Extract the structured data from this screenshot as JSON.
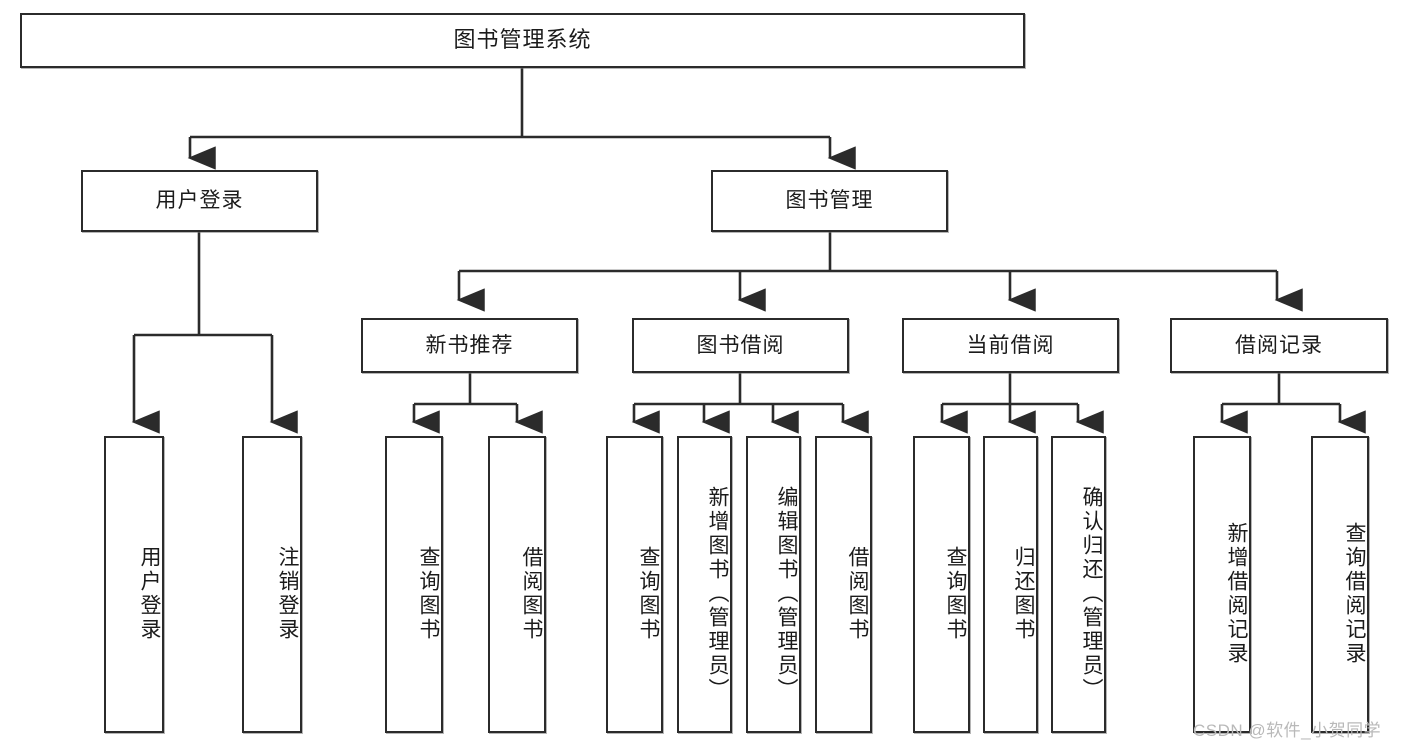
{
  "diagram": {
    "title": "图书管理系统",
    "type": "tree-hierarchy",
    "orientation": "top-down",
    "colors": {
      "box_border": "#2b2b2b",
      "box_fill": "#ffffff",
      "connector": "#2b2b2b",
      "watermark": "#b9b9b9"
    }
  },
  "root": {
    "label": "图书管理系统"
  },
  "level1": [
    {
      "label": "用户登录"
    },
    {
      "label": "图书管理"
    }
  ],
  "level2": [
    {
      "label": "新书推荐"
    },
    {
      "label": "图书借阅"
    },
    {
      "label": "当前借阅"
    },
    {
      "label": "借阅记录"
    }
  ],
  "leaves": {
    "user_login": [
      {
        "label": "用户登录"
      },
      {
        "label": "注销登录"
      }
    ],
    "new_book_recommend": [
      {
        "label": "查询图书"
      },
      {
        "label": "借阅图书"
      }
    ],
    "book_borrow": [
      {
        "label": "查询图书"
      },
      {
        "label": "新增图书（管理员）"
      },
      {
        "label": "编辑图书（管理员）"
      },
      {
        "label": "借阅图书"
      }
    ],
    "current_borrow": [
      {
        "label": "查询图书"
      },
      {
        "label": "归还图书"
      },
      {
        "label": "确认归还（管理员）"
      }
    ],
    "borrow_record": [
      {
        "label": "新增借阅记录"
      },
      {
        "label": "查询借阅记录"
      }
    ]
  },
  "watermark": {
    "text": "CSDN @软件_小贺同学"
  }
}
